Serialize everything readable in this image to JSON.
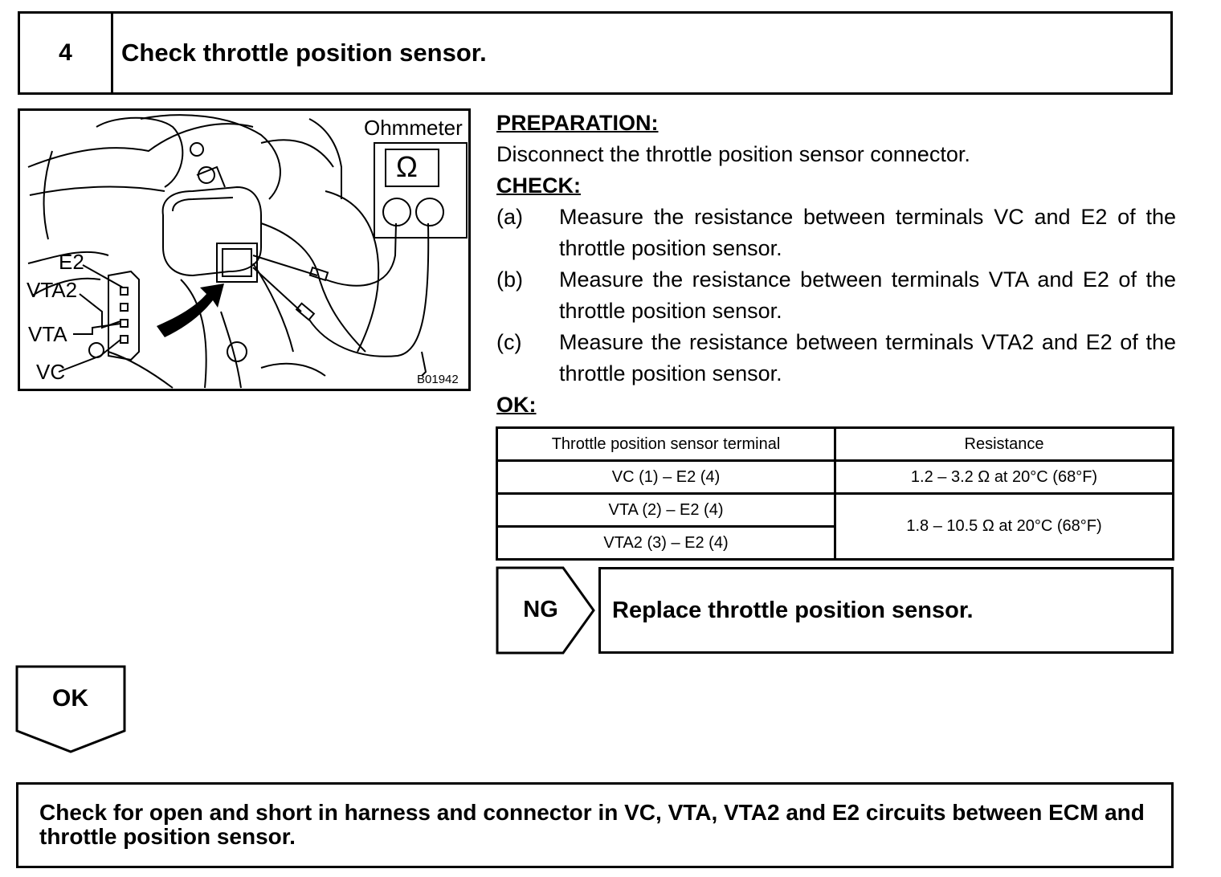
{
  "step": {
    "number": "4",
    "title": "Check throttle position sensor."
  },
  "figure": {
    "meter_label": "Ohmmeter",
    "ohm_symbol": "Ω",
    "terminal_labels": [
      "E2",
      "VTA2",
      "VTA",
      "VC"
    ],
    "code": "B01942"
  },
  "preparation": {
    "heading": "PREPARATION:",
    "text": "Disconnect the throttle position sensor connector."
  },
  "check": {
    "heading": "CHECK:",
    "steps": [
      {
        "letter": "(a)",
        "text": "Measure the resistance between terminals VC and E2 of the throttle position sensor."
      },
      {
        "letter": "(b)",
        "text": "Measure the resistance between terminals VTA and E2 of the throttle position sensor."
      },
      {
        "letter": "(c)",
        "text": "Measure the resistance between terminals VTA2 and E2 of the throttle position sensor."
      }
    ]
  },
  "ok_heading": "OK:",
  "table": {
    "headers": [
      "Throttle position sensor terminal",
      "Resistance"
    ],
    "rows": [
      {
        "terminal": "VC (1) – E2 (4)",
        "resistance": "1.2 – 3.2 Ω at 20°C (68°F)"
      },
      {
        "terminal": "VTA (2) – E2 (4)",
        "resistance": "1.8 – 10.5 Ω at 20°C (68°F)"
      },
      {
        "terminal": "VTA2 (3) – E2 (4)",
        "resistance": ""
      }
    ]
  },
  "ng": {
    "label": "NG",
    "action": "Replace throttle position sensor."
  },
  "ok": {
    "label": "OK"
  },
  "final": {
    "text": "Check for open and short in harness and connector in VC, VTA, VTA2 and E2 circuits between ECM and throttle position sensor."
  }
}
